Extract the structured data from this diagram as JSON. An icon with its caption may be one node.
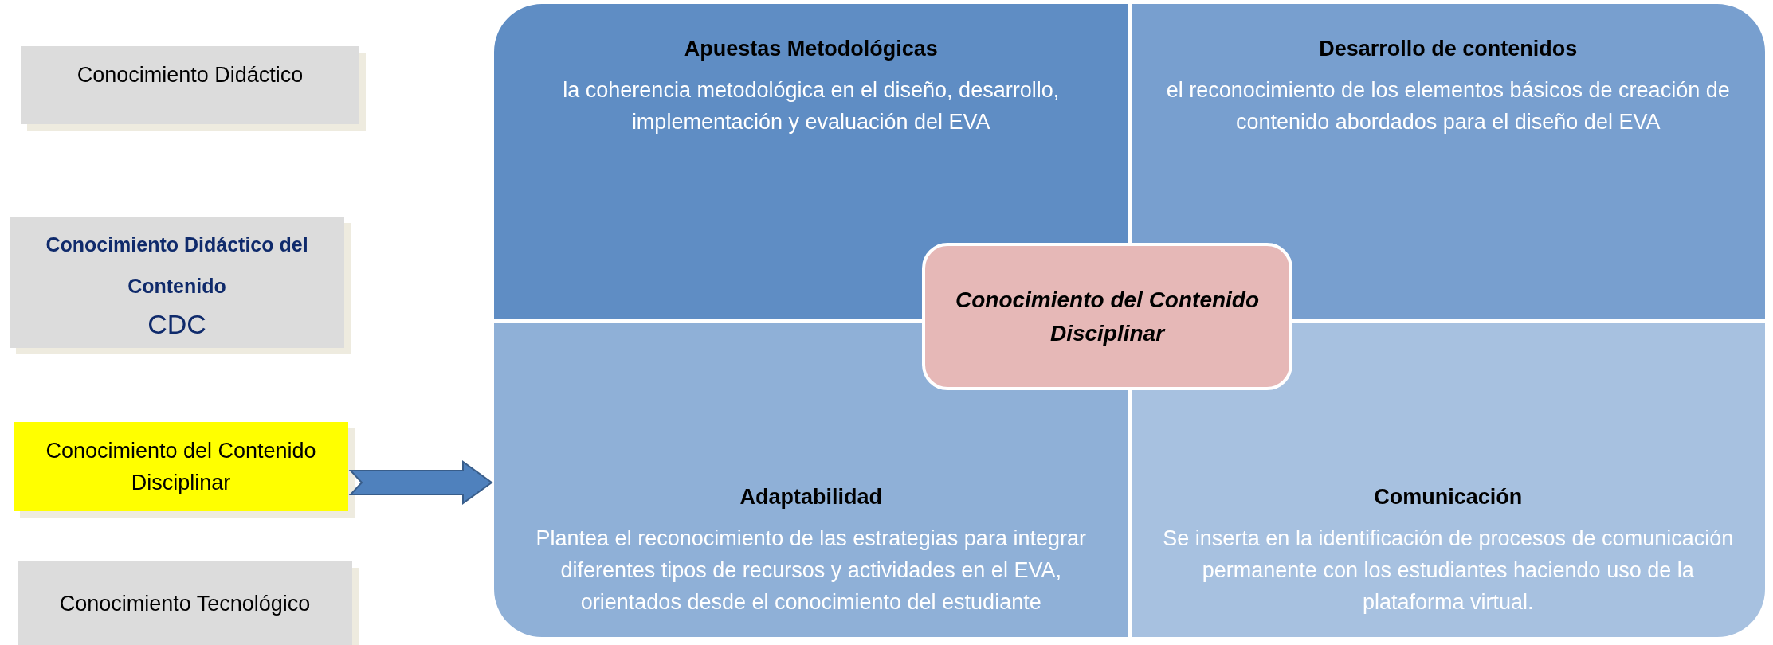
{
  "diagram": {
    "nodes": [
      {
        "text": [
          "Conocimiento Didáctico"
        ]
      },
      {
        "text": [
          "Conocimiento Didáctico del Contenido",
          "CDC"
        ]
      },
      {
        "text": [
          "Conocimiento del Contenido Disciplinar"
        ]
      },
      {
        "text": [
          "Conocimiento Tecnológico"
        ]
      },
      {
        "text": [
          "Apuestas Metodológicas",
          "la coherencia metodológica en el diseño, desarrollo, implementación y evaluación del EVA"
        ]
      },
      {
        "text": [
          "Desarrollo de contenidos",
          "el  reconocimiento de los elementos básicos de creación de contenido abordados para el diseño del EVA"
        ]
      },
      {
        "text": [
          "Conocimiento del Contenido Disciplinar"
        ]
      },
      {
        "text": [
          "Adaptabilidad",
          "Plantea el reconocimiento de las estrategias para integrar diferentes tipos de recursos y actividades en  el EVA, orientados desde el conocimiento del estudiante"
        ]
      },
      {
        "text": [
          "Comunicación",
          "Se inserta en la identificación de procesos de comunicación permanente con los estudiantes haciendo uso de la plataforma virtual."
        ]
      }
    ],
    "edges": [
      {
        "from": 2,
        "to": 7,
        "arrow": "to"
      }
    ]
  }
}
